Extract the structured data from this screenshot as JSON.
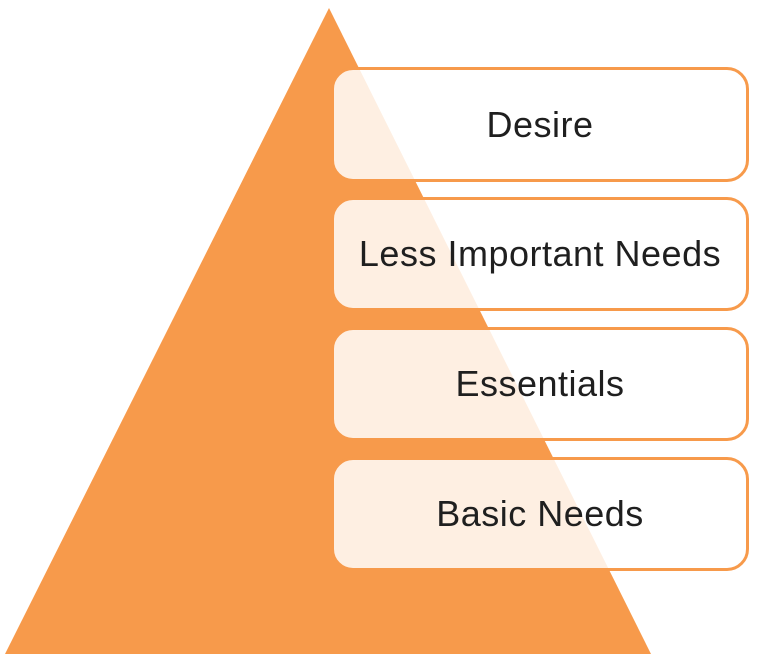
{
  "diagram": {
    "type": "pyramid",
    "pyramid_color": "#f79a4b",
    "box_border_color": "#f79a4b",
    "levels": [
      {
        "label": "Desire"
      },
      {
        "label": "Less Important Needs"
      },
      {
        "label": "Essentials"
      },
      {
        "label": "Basic Needs"
      }
    ]
  }
}
